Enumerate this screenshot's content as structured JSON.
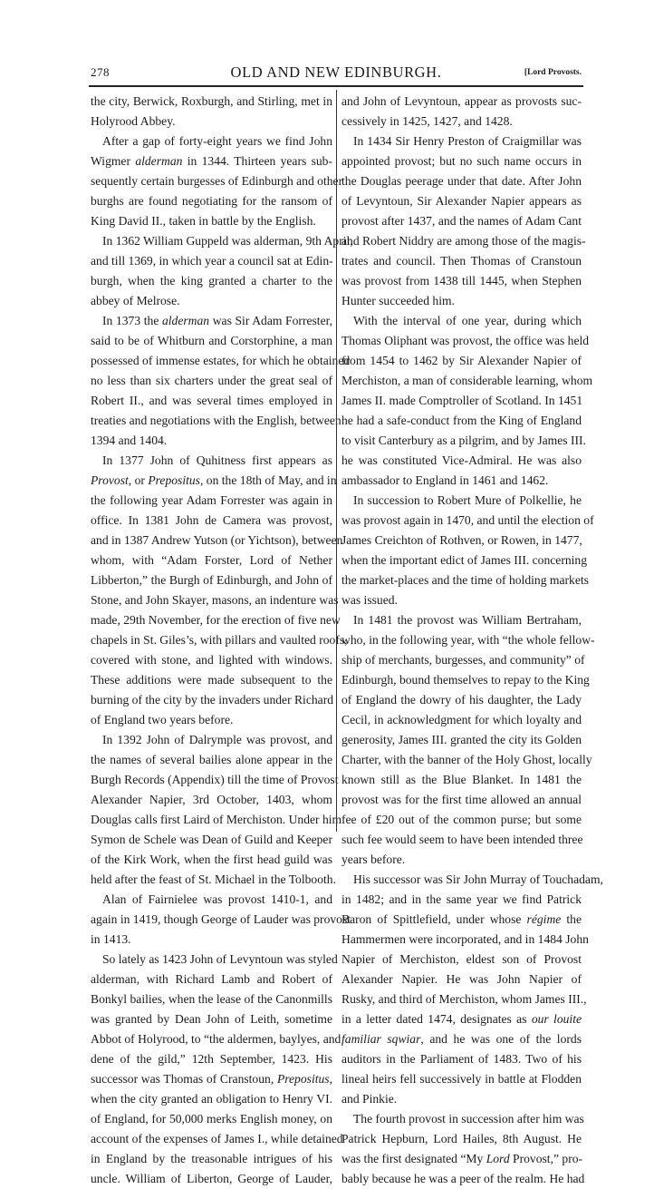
{
  "header": {
    "page_number": "278",
    "title": "OLD AND NEW EDINBURGH.",
    "section": "[Lord Provosts."
  },
  "left_column": {
    "lines": [
      {
        "text": "the city, Berwick, Roxburgh, and Stirling, met in",
        "indent": false,
        "last": false
      },
      {
        "text": "Holyrood Abbey.",
        "indent": false,
        "last": true
      },
      {
        "text": "After a gap of forty-eight years we find John",
        "indent": true,
        "last": false
      },
      {
        "text": "Wigmer alderman in 1344.  Thirteen years sub-",
        "indent": false,
        "last": false
      },
      {
        "text": "sequently certain burgesses of Edinburgh and other",
        "indent": false,
        "last": false
      },
      {
        "text": "burghs are found negotiating for the ransom of",
        "indent": false,
        "last": false
      },
      {
        "text": "King David II., taken in battle by the English.",
        "indent": false,
        "last": true
      },
      {
        "text": "In 1362 William Guppeld was alderman, 9th April,",
        "indent": true,
        "last": false
      },
      {
        "text": "and till 1369, in which year a council sat at Edin-",
        "indent": false,
        "last": false
      },
      {
        "text": "burgh, when the king granted a charter to the",
        "indent": false,
        "last": false
      },
      {
        "text": "abbey of Melrose.",
        "indent": false,
        "last": true
      },
      {
        "text": "In 1373 the alderman was Sir Adam Forrester,",
        "indent": true,
        "last": false
      },
      {
        "text": "said to be of Whitburn and Corstorphine, a man",
        "indent": false,
        "last": false
      },
      {
        "text": "possessed of immense estates, for which he obtained",
        "indent": false,
        "last": false
      },
      {
        "text": "no less than six charters under the great seal of",
        "indent": false,
        "last": false
      },
      {
        "text": "Robert II., and was several times employed in",
        "indent": false,
        "last": false
      },
      {
        "text": "treaties and negotiations with the English, between",
        "indent": false,
        "last": false
      },
      {
        "text": "1394 and 1404.",
        "indent": false,
        "last": true
      },
      {
        "text": "In 1377 John of Quhitness first appears as",
        "indent": true,
        "last": false
      },
      {
        "text": "Provost, or Prepositus, on the 18th of May, and in",
        "indent": false,
        "last": false
      },
      {
        "text": "the following year Adam Forrester was again in",
        "indent": false,
        "last": false
      },
      {
        "text": "office.  In 1381 John de Camera was provost,",
        "indent": false,
        "last": false
      },
      {
        "text": "and in 1387 Andrew Yutson (or Yichtson), between",
        "indent": false,
        "last": false
      },
      {
        "text": "whom, with “Adam Forster, Lord of Nether",
        "indent": false,
        "last": false
      },
      {
        "text": "Libberton,” the Burgh of Edinburgh, and John of",
        "indent": false,
        "last": false
      },
      {
        "text": "Stone, and John Skayer, masons, an indenture was",
        "indent": false,
        "last": false
      },
      {
        "text": "made, 29th November, for the erection of five new",
        "indent": false,
        "last": false
      },
      {
        "text": "chapels in St. Giles’s, with pillars and vaulted roofs,",
        "indent": false,
        "last": false
      },
      {
        "text": "covered with stone, and lighted with windows.",
        "indent": false,
        "last": false
      },
      {
        "text": "These additions were made subsequent to the",
        "indent": false,
        "last": false
      },
      {
        "text": "burning of the city by the invaders under Richard",
        "indent": false,
        "last": false
      },
      {
        "text": "of England two years before.",
        "indent": false,
        "last": true
      },
      {
        "text": "In 1392 John of Dalrymple was provost, and",
        "indent": true,
        "last": false
      },
      {
        "text": "the names of several bailies alone appear in the",
        "indent": false,
        "last": false
      },
      {
        "text": "Burgh Records (Appendix) till the time of Provost",
        "indent": false,
        "last": false
      },
      {
        "text": "Alexander Napier, 3rd October, 1403, whom",
        "indent": false,
        "last": false
      },
      {
        "text": "Douglas calls first Laird of Merchiston.  Under him",
        "indent": false,
        "last": false
      },
      {
        "text": "Symon de Schele was Dean of Guild and Keeper",
        "indent": false,
        "last": false
      },
      {
        "text": "of the Kirk Work, when the first head guild was",
        "indent": false,
        "last": false
      },
      {
        "text": "held after the feast of St. Michael in the Tolbooth.",
        "indent": false,
        "last": true
      },
      {
        "text": "Alan of Fairnielee was provost 1410-1, and",
        "indent": true,
        "last": false
      },
      {
        "text": "again in 1419, though George of Lauder was provost",
        "indent": false,
        "last": false
      },
      {
        "text": "in 1413.",
        "indent": false,
        "last": true
      },
      {
        "text": "So lately as 1423 John of Levyntoun was styled",
        "indent": true,
        "last": false
      },
      {
        "text": "alderman, with Richard Lamb and Robert of",
        "indent": false,
        "last": false
      },
      {
        "text": "Bonkyl bailies, when the lease of the Canonmills",
        "indent": false,
        "last": false
      },
      {
        "text": "was granted by Dean John of Leith, sometime",
        "indent": false,
        "last": false
      },
      {
        "text": "Abbot of Holyrood, to “the aldermen, baylyes, and",
        "indent": false,
        "last": false
      },
      {
        "text": "dene of the gild,” 12th September, 1423.  His",
        "indent": false,
        "last": false
      },
      {
        "text": "successor was Thomas of Cranstoun, Prepositus,",
        "indent": false,
        "last": false
      },
      {
        "text": "when the city granted an obligation to Henry VI.",
        "indent": false,
        "last": false
      },
      {
        "text": "of England, for 50,000 merks English money, on",
        "indent": false,
        "last": false
      },
      {
        "text": "account of the expenses of James I., while detained",
        "indent": false,
        "last": false
      },
      {
        "text": "in England by the treasonable intrigues of his",
        "indent": false,
        "last": false
      },
      {
        "text": "uncle.  William of Liberton, George of Lauder,",
        "indent": false,
        "last": false
      }
    ]
  },
  "right_column": {
    "lines": [
      {
        "text": "and John of Levyntoun, appear as provosts suc-",
        "indent": false,
        "last": false
      },
      {
        "text": "cessively in 1425, 1427, and 1428.",
        "indent": false,
        "last": true
      },
      {
        "text": "In 1434 Sir Henry Preston of Craigmillar was",
        "indent": true,
        "last": false
      },
      {
        "text": "appointed provost; but no such name occurs in",
        "indent": false,
        "last": false
      },
      {
        "text": "the Douglas peerage under that date.  After John",
        "indent": false,
        "last": false
      },
      {
        "text": "of Levyntoun, Sir Alexander Napier appears as",
        "indent": false,
        "last": false
      },
      {
        "text": "provost after 1437, and the names of Adam Cant",
        "indent": false,
        "last": false
      },
      {
        "text": "and Robert Niddry are among those of the magis-",
        "indent": false,
        "last": false
      },
      {
        "text": "trates and council.  Then Thomas of Cranstoun",
        "indent": false,
        "last": false
      },
      {
        "text": "was provost from 1438 till 1445, when Stephen",
        "indent": false,
        "last": false
      },
      {
        "text": "Hunter succeeded him.",
        "indent": false,
        "last": true
      },
      {
        "text": "With the interval of one year, during which",
        "indent": true,
        "last": false
      },
      {
        "text": "Thomas Oliphant was provost, the office was held",
        "indent": false,
        "last": false
      },
      {
        "text": "from 1454 to 1462 by Sir Alexander Napier of",
        "indent": false,
        "last": false
      },
      {
        "text": "Merchiston, a man of considerable learning, whom",
        "indent": false,
        "last": false
      },
      {
        "text": "James II. made Comptroller of Scotland.  In 1451",
        "indent": false,
        "last": false
      },
      {
        "text": "he had a safe-conduct from the King of England",
        "indent": false,
        "last": false
      },
      {
        "text": "to visit Canterbury as a pilgrim, and by James III.",
        "indent": false,
        "last": false
      },
      {
        "text": "he was constituted Vice-Admiral.  He was also",
        "indent": false,
        "last": false
      },
      {
        "text": "ambassador to England in 1461 and 1462.",
        "indent": false,
        "last": true
      },
      {
        "text": "In succession to Robert Mure of Polkellie, he",
        "indent": true,
        "last": false
      },
      {
        "text": "was provost again in 1470, and until the election of",
        "indent": false,
        "last": false
      },
      {
        "text": "James Creichton of Rothven, or Rowen, in 1477,",
        "indent": false,
        "last": false
      },
      {
        "text": "when the important edict of James III. concerning",
        "indent": false,
        "last": false
      },
      {
        "text": "the market-places and the time of holding markets",
        "indent": false,
        "last": false
      },
      {
        "text": "was issued.",
        "indent": false,
        "last": true
      },
      {
        "text": "In 1481 the provost was William Bertraham,",
        "indent": true,
        "last": false
      },
      {
        "text": "who, in the following year, with “the whole fellow-",
        "indent": false,
        "last": false
      },
      {
        "text": "ship of merchants, burgesses, and community” of",
        "indent": false,
        "last": false
      },
      {
        "text": "Edinburgh, bound themselves to repay to the King",
        "indent": false,
        "last": false
      },
      {
        "text": "of England the dowry of his daughter, the Lady",
        "indent": false,
        "last": false
      },
      {
        "text": "Cecil, in acknowledgment for which loyalty and",
        "indent": false,
        "last": false
      },
      {
        "text": "generosity, James III. granted the city its Golden",
        "indent": false,
        "last": false
      },
      {
        "text": "Charter, with the banner of the Holy Ghost, locally",
        "indent": false,
        "last": false
      },
      {
        "text": "known still as the Blue Blanket.  In 1481 the",
        "indent": false,
        "last": false
      },
      {
        "text": "provost was for the first time allowed an annual",
        "indent": false,
        "last": false
      },
      {
        "text": "fee of £20 out of the common purse; but some",
        "indent": false,
        "last": false
      },
      {
        "text": "such fee would seem to have been intended three",
        "indent": false,
        "last": false
      },
      {
        "text": "years before.",
        "indent": false,
        "last": true
      },
      {
        "text": "His successor was Sir John Murray of Touchadam,",
        "indent": true,
        "last": false
      },
      {
        "text": "in 1482; and in the same year we find Patrick",
        "indent": false,
        "last": false
      },
      {
        "text": "Baron of Spittlefield, under whose régime the",
        "indent": false,
        "last": false
      },
      {
        "text": "Hammermen were incorporated, and in 1484 John",
        "indent": false,
        "last": false
      },
      {
        "text": "Napier of Merchiston, eldest son of Provost",
        "indent": false,
        "last": false
      },
      {
        "text": "Alexander Napier.  He was John Napier of",
        "indent": false,
        "last": false
      },
      {
        "text": "Rusky, and third of Merchiston, whom James III.,",
        "indent": false,
        "last": false
      },
      {
        "text": "in a letter dated 1474, designates as our louite",
        "indent": false,
        "last": false
      },
      {
        "text": "familiar sqwiar, and he was one of the lords",
        "indent": false,
        "last": false
      },
      {
        "text": "auditors in the Parliament of 1483.  Two of his",
        "indent": false,
        "last": false
      },
      {
        "text": "lineal heirs fell successively in battle at Flodden",
        "indent": false,
        "last": false
      },
      {
        "text": "and Pinkie.",
        "indent": false,
        "last": true
      },
      {
        "text": "The fourth provost in succession after him was",
        "indent": true,
        "last": false
      },
      {
        "text": "Patrick Hepburn, Lord Hailes, 8th August.  He",
        "indent": false,
        "last": false
      },
      {
        "text": "was the first designated “My Lord Provost,” pro-",
        "indent": false,
        "last": false
      },
      {
        "text": "bably because he was a peer of the realm.  He had",
        "indent": false,
        "last": false
      }
    ]
  },
  "italic_phrases": [
    "alderman",
    "Provost",
    "Prepositus",
    "régime",
    "our louite",
    "familiar sqwiar",
    "Lord"
  ]
}
